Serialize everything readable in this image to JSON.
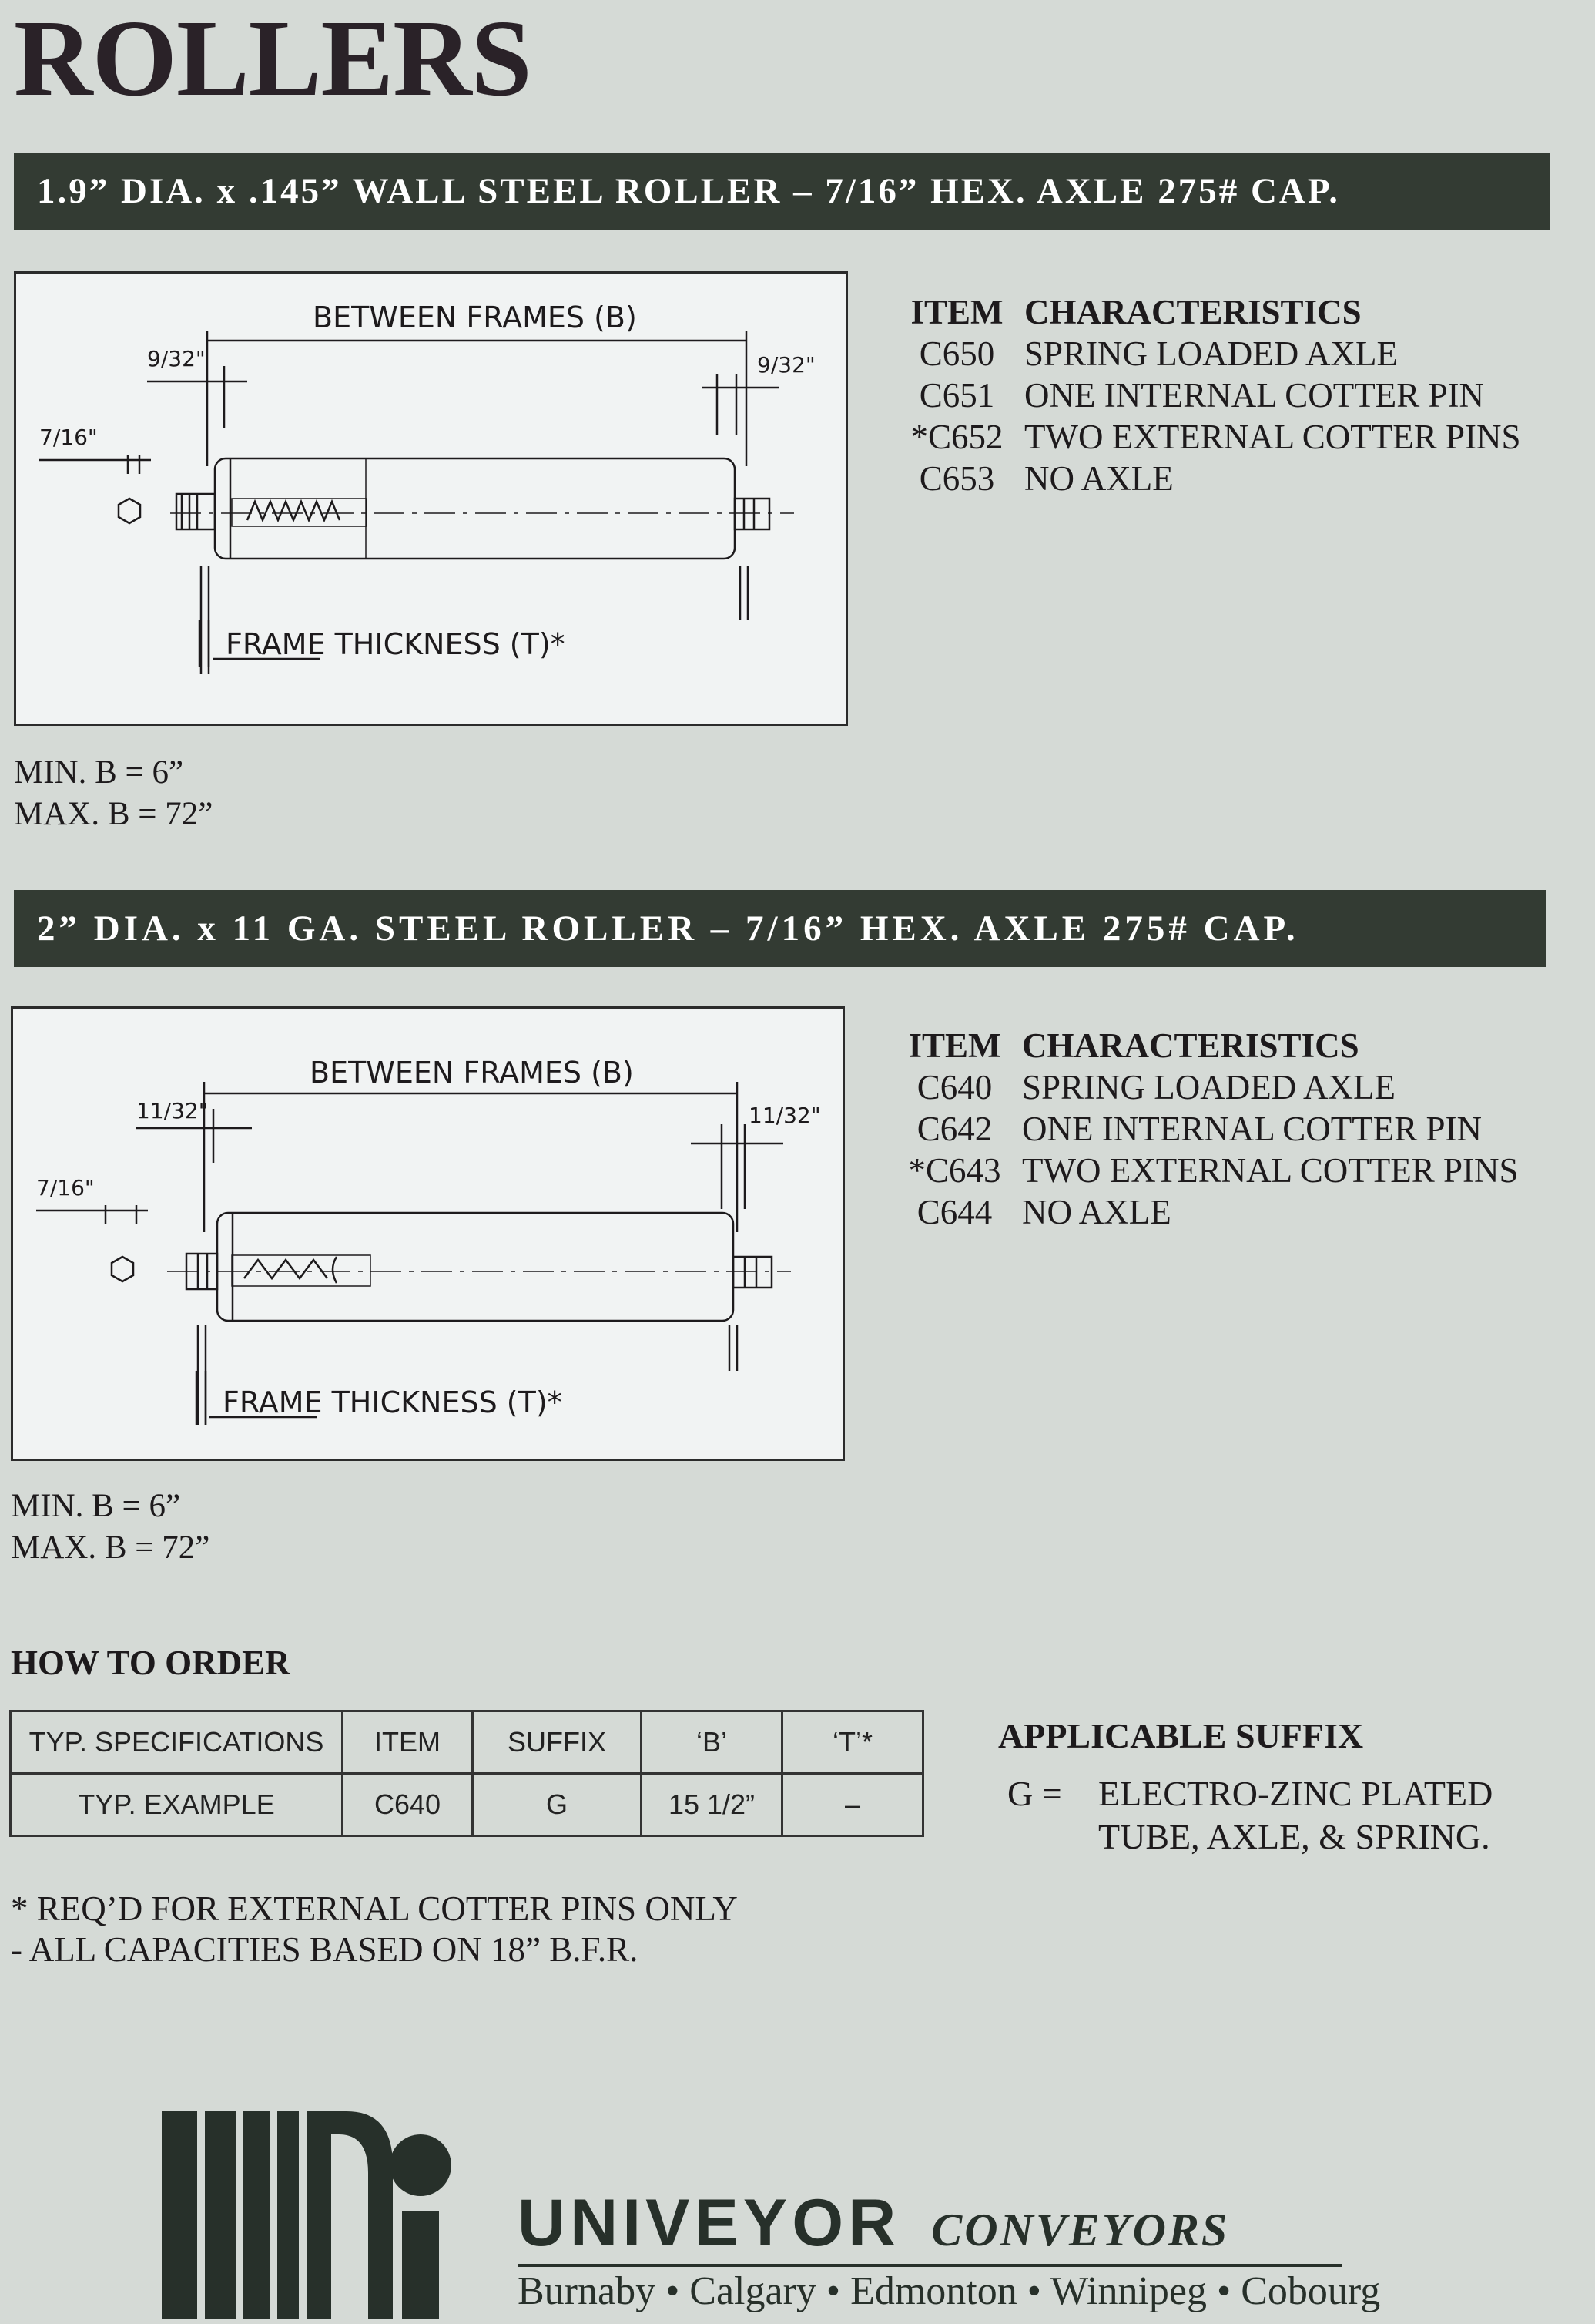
{
  "title": "ROLLERS",
  "section1": {
    "heading": "1.9” DIA. x .145” WALL STEEL ROLLER – 7/16” HEX. AXLE 275# CAP.",
    "diagram": {
      "between_frames": "BETWEEN FRAMES (B)",
      "frame_thickness": "FRAME THICKNESS (T)*",
      "left_clearance": "9/32\"",
      "right_clearance": "9/32\"",
      "hex_size": "7/16\""
    },
    "min": "MIN. B = 6”",
    "max": "MAX. B = 72”",
    "table_header": {
      "item": "ITEM",
      "characteristics": "CHARACTERISTICS"
    },
    "items": [
      {
        "item": "C650",
        "desc": "SPRING LOADED AXLE"
      },
      {
        "item": "C651",
        "desc": "ONE INTERNAL COTTER PIN"
      },
      {
        "item": "*C652",
        "desc": "TWO EXTERNAL COTTER PINS"
      },
      {
        "item": "C653",
        "desc": "NO AXLE"
      }
    ]
  },
  "section2": {
    "heading": "2” DIA. x 11 GA. STEEL ROLLER – 7/16” HEX. AXLE 275# CAP.",
    "diagram": {
      "between_frames": "BETWEEN FRAMES (B)",
      "frame_thickness": "FRAME THICKNESS (T)*",
      "left_clearance": "11/32\"",
      "right_clearance": "11/32\"",
      "hex_size": "7/16\""
    },
    "min": "MIN. B = 6”",
    "max": "MAX. B = 72”",
    "table_header": {
      "item": "ITEM",
      "characteristics": "CHARACTERISTICS"
    },
    "items": [
      {
        "item": "C640",
        "desc": "SPRING LOADED AXLE"
      },
      {
        "item": "C642",
        "desc": "ONE INTERNAL COTTER PIN"
      },
      {
        "item": "*C643",
        "desc": "TWO EXTERNAL COTTER PINS"
      },
      {
        "item": "C644",
        "desc": "NO AXLE"
      }
    ]
  },
  "how_to_order": {
    "heading": "HOW TO ORDER",
    "header_row": [
      "TYP. SPECIFICATIONS",
      "ITEM",
      "SUFFIX",
      "‘B’",
      "‘T’*"
    ],
    "example_row": [
      "TYP. EXAMPLE",
      "C640",
      "G",
      "15 1/2”",
      "–"
    ]
  },
  "applicable_suffix": {
    "heading": "APPLICABLE SUFFIX",
    "code": "G =",
    "line1": "ELECTRO-ZINC PLATED",
    "line2": "TUBE, AXLE, & SPRING."
  },
  "notes": [
    "* REQ’D FOR EXTERNAL COTTER PINS ONLY",
    "- ALL CAPACITIES BASED ON 18” B.F.R."
  ],
  "brand": {
    "name": "UNIVEYOR",
    "tagline": "CONVEYORS",
    "cities": "Burnaby • Calgary • Edmonton • Winnipeg • Cobourg"
  },
  "colors": {
    "band": "#333b33",
    "page": "#d5dad6",
    "diagram_bg": "#f1f3f3"
  }
}
